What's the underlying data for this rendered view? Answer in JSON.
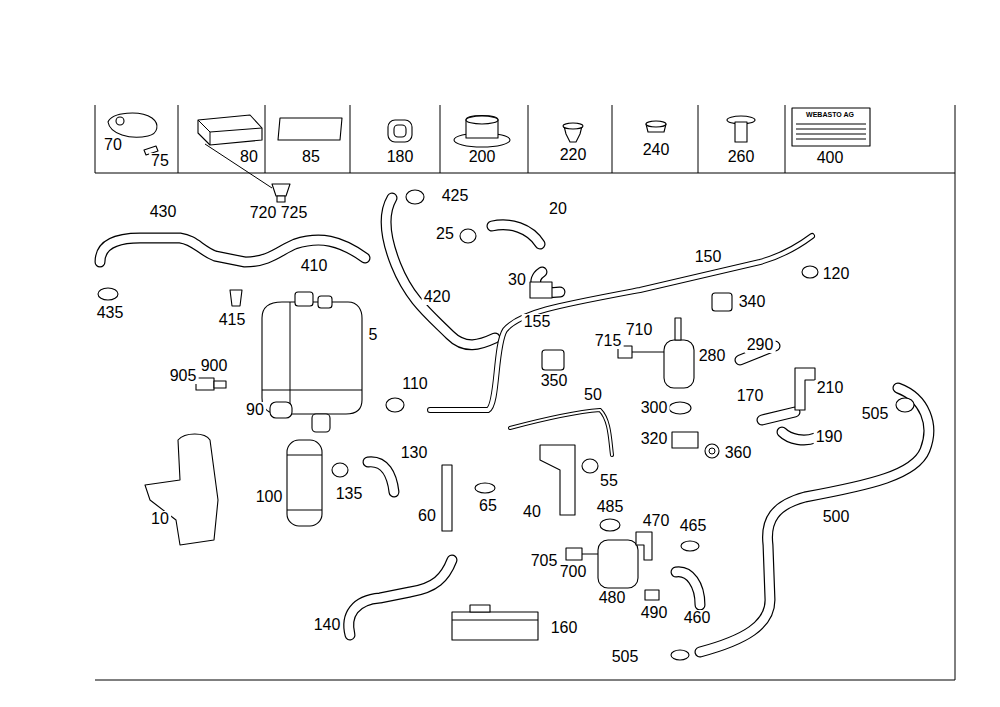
{
  "diagram": {
    "labels": [
      "70",
      "75",
      "80",
      "85",
      "180",
      "200",
      "220",
      "240",
      "260",
      "400",
      "WEBASTO AG",
      "425",
      "20",
      "430",
      "720",
      "725",
      "25",
      "410",
      "150",
      "120",
      "30",
      "435",
      "420",
      "415",
      "340",
      "5",
      "155",
      "715",
      "710",
      "290",
      "280",
      "900",
      "905",
      "350",
      "110",
      "210",
      "50",
      "170",
      "90",
      "300",
      "505",
      "190",
      "320",
      "360",
      "130",
      "55",
      "10",
      "100",
      "135",
      "65",
      "485",
      "40",
      "60",
      "500",
      "470",
      "465",
      "705",
      "700",
      "480",
      "490",
      "460",
      "140",
      "160",
      "505"
    ]
  }
}
